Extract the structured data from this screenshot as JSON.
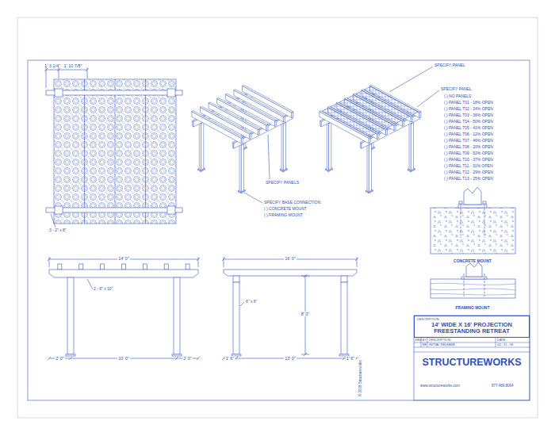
{
  "diagram": {
    "nodes": [
      {
        "text": [
          "DESCRIPTION:",
          "14' WIDE X 16' PROJECTION FREESTANDING RETREAT"
        ]
      }
    ],
    "labels": [
      "1' 3 1/4\"",
      "1' 10 7/8\"",
      "3 - 2\" x 8\"",
      "SPECIFY PANELS",
      "SPECIFY BASE CONNECTION:",
      "( ) CONCRETE MOUNT",
      "( ) FRAMING MOUNT",
      "SPECIFY PANEL",
      "SPECIFY PANEL",
      "( ) NO PANELS",
      "( ) PANEL T01 - 18% OPEN",
      "( ) PANEL T02 - 24% OPEN",
      "( ) PANEL T03 - 36% OPEN",
      "( ) PANEL T04 - 50% OPEN",
      "( ) PANEL T05 - 41% OPEN",
      "( ) PANEL T06 - 12% OPEN",
      "( ) PANEL T07 - 46% OPEN",
      "( ) PANEL T08 - 20% OPEN",
      "( ) PANEL T09 - 52% OPEN",
      "( ) PANEL T10 - 37% OPEN",
      "( ) PANEL T11 - 31% OPEN",
      "( ) PANEL T12 - 29% OPEN",
      "( ) PANEL T13 - 25% OPEN",
      "CONCRETE MOUNT",
      "FRAMING MOUNT",
      "14' 0\"",
      "2 - 6\" x 10\"",
      "2' 0\"",
      "10' 0\"",
      "2' 0\"",
      "16' 0\"",
      "6\" x 6\"",
      "8' 0\"",
      "1' 6\"",
      "13' 0\"",
      "1' 6\"",
      "REV",
      "BY",
      "DESCRIPTION",
      "DATE",
      "NE",
      "INITIAL RELEASE",
      "04 - 11 - 08",
      "STRUCTUREWORKS",
      "www.structureworks.com",
      "877.489.8064",
      "© 2008 Structureworks"
    ]
  }
}
